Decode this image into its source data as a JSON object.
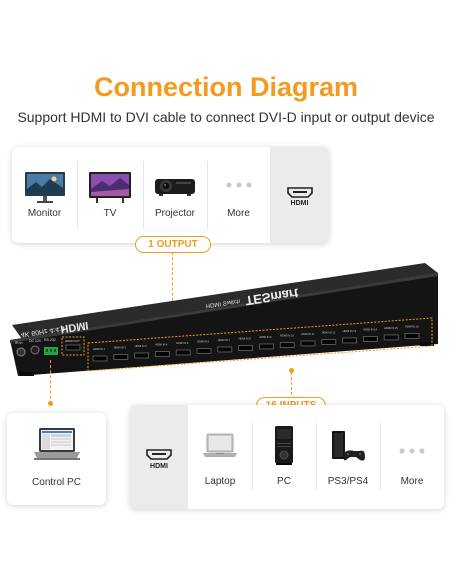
{
  "title": "Connection Diagram",
  "subtitle": "Support HDMI to DVI cable to connect DVI-D input or output device",
  "outputs": {
    "badge": "1 OUTPUT",
    "devices": [
      {
        "label": "Monitor",
        "icon": "monitor-icon"
      },
      {
        "label": "TV",
        "icon": "tv-icon"
      },
      {
        "label": "Projector",
        "icon": "projector-icon"
      },
      {
        "label": "More",
        "icon": "more-dots-icon"
      }
    ],
    "port_label": "HDMI"
  },
  "inputs": {
    "badge": "16 INPUTS",
    "port_label": "HDMI",
    "devices": [
      {
        "label": "Laptop",
        "icon": "laptop-icon"
      },
      {
        "label": "PC",
        "icon": "pc-tower-icon"
      },
      {
        "label": "PS3/PS4",
        "icon": "game-console-icon"
      },
      {
        "label": "More",
        "icon": "more-dots-icon"
      }
    ]
  },
  "control": {
    "label": "Control PC",
    "icon": "control-pc-icon"
  },
  "device": {
    "brand": "TESmart",
    "model": "HDMI Switch",
    "format": "4K 60Hz 4:4:4",
    "type": "HDMI",
    "dc_label": "DC 12V",
    "ir_label": "IR In",
    "rs232_label": "RS-232",
    "hdmi_out_label": "HDMI OUT",
    "input_labels": [
      "HDMI IN 1",
      "HDMI IN 2",
      "HDMI IN 3",
      "HDMI IN 4",
      "HDMI IN 5",
      "HDMI IN 6",
      "HDMI IN 7",
      "HDMI IN 8",
      "HDMI IN 9",
      "HDMI IN 10",
      "HDMI IN 11",
      "HDMI IN 12",
      "HDMI IN 13",
      "HDMI IN 14",
      "HDMI IN 15",
      "HDMI IN 16"
    ]
  },
  "colors": {
    "accent": "#f39a1f",
    "device_body": "#1d1d1d",
    "card_gray": "#ebebeb"
  }
}
